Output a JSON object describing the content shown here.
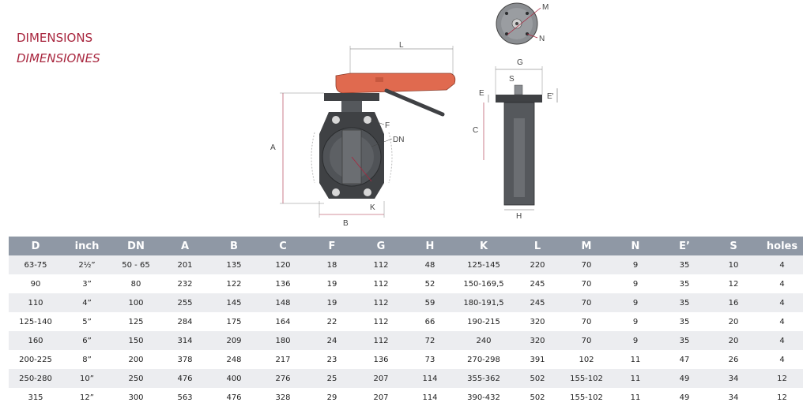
{
  "title": {
    "en": "DIMENSIONS",
    "es": "DIMENSIONES"
  },
  "drawing": {
    "labels": {
      "L": "L",
      "A": "A",
      "B": "B",
      "F": "F",
      "DN": "DN",
      "K": "K",
      "M": "M",
      "N": "N",
      "G": "G",
      "S": "S",
      "E": "E",
      "E1": "E'",
      "C": "C",
      "H": "H"
    },
    "colors": {
      "handle": "#e06a4f",
      "body": "#3f4144",
      "accent": "#a8263e"
    }
  },
  "table": {
    "headers": [
      "D",
      "inch",
      "DN",
      "A",
      "B",
      "C",
      "F",
      "G",
      "H",
      "K",
      "L",
      "M",
      "N",
      "E’",
      "S",
      "holes"
    ],
    "rows": [
      [
        "63-75",
        "2½”",
        "50 - 65",
        "201",
        "135",
        "120",
        "18",
        "112",
        "48",
        "125-145",
        "220",
        "70",
        "9",
        "35",
        "10",
        "4"
      ],
      [
        "90",
        "3”",
        "80",
        "232",
        "122",
        "136",
        "19",
        "112",
        "52",
        "150-169,5",
        "245",
        "70",
        "9",
        "35",
        "12",
        "4"
      ],
      [
        "110",
        "4”",
        "100",
        "255",
        "145",
        "148",
        "19",
        "112",
        "59",
        "180-191,5",
        "245",
        "70",
        "9",
        "35",
        "16",
        "4"
      ],
      [
        "125-140",
        "5”",
        "125",
        "284",
        "175",
        "164",
        "22",
        "112",
        "66",
        "190-215",
        "320",
        "70",
        "9",
        "35",
        "20",
        "4"
      ],
      [
        "160",
        "6”",
        "150",
        "314",
        "209",
        "180",
        "24",
        "112",
        "72",
        "240",
        "320",
        "70",
        "9",
        "35",
        "20",
        "4"
      ],
      [
        "200-225",
        "8”",
        "200",
        "378",
        "248",
        "217",
        "23",
        "136",
        "73",
        "270-298",
        "391",
        "102",
        "11",
        "47",
        "26",
        "4"
      ],
      [
        "250-280",
        "10”",
        "250",
        "476",
        "400",
        "276",
        "25",
        "207",
        "114",
        "355-362",
        "502",
        "155-102",
        "11",
        "49",
        "34",
        "12"
      ],
      [
        "315",
        "12”",
        "300",
        "563",
        "476",
        "328",
        "29",
        "207",
        "114",
        "390-432",
        "502",
        "155-102",
        "11",
        "49",
        "34",
        "12"
      ]
    ]
  }
}
